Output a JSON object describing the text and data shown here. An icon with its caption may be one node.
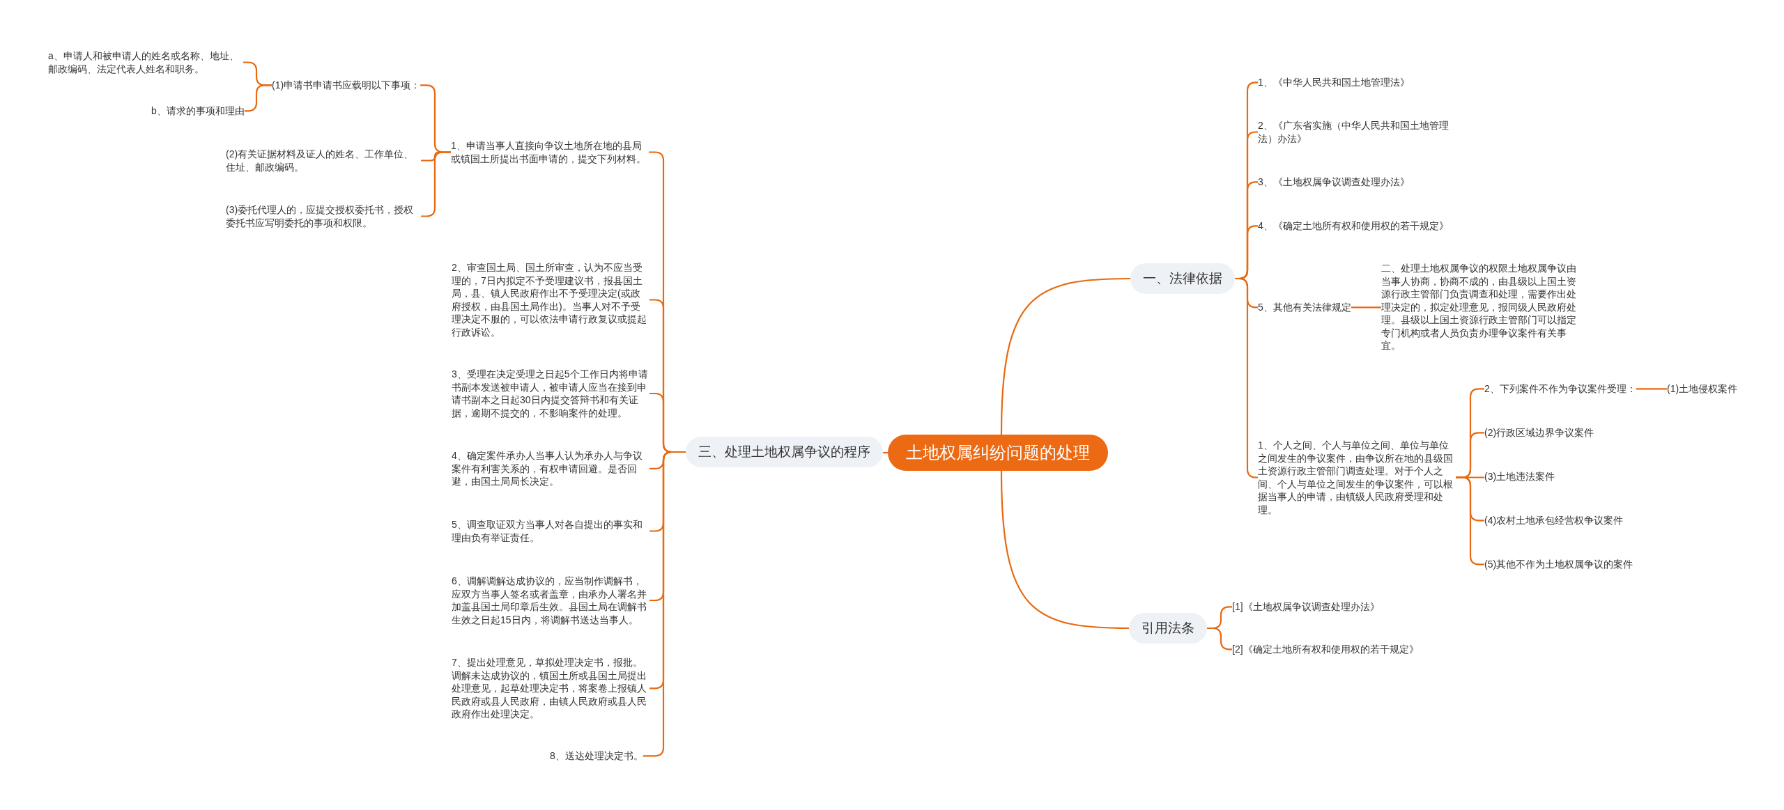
{
  "diagram": {
    "nodes": [
      {
        "text": [
          "土地权属纠纷问题的处理"
        ]
      },
      {
        "text": [
          "一、法律依据"
        ]
      },
      {
        "text": [
          "1、《中华人民共和国土地管理法》"
        ]
      },
      {
        "text": [
          "2、《广东省实施（中华人民共和国土地管理法）办法》"
        ]
      },
      {
        "text": [
          "3、《土地权属争议调查处理办法》"
        ]
      },
      {
        "text": [
          "4、《确定土地所有权和使用权的若干规定》"
        ]
      },
      {
        "text": [
          "5、其他有关法律规定"
        ]
      },
      {
        "text": [
          "二、处理土地权属争议的权限土地权属争议由当事人协商，协商不成的，由县级以上国土资源行政主管部门负责调查和处理，需要作出处理决定的，拟定处理意见，报同级人民政府处理。县级以上国土资源行政主管部门可以指定专门机构或者人员负责办理争议案件有关事宜。"
        ]
      },
      {
        "text": [
          "1、个人之间、个人与单位之间、单位与单位之间发生的争议案件，由争议所在地的县级国土资源行政主管部门调查处理。对于个人之间、个人与单位之间发生的争议案件，可以根据当事人的申请，由镇级人民政府受理和处理。"
        ]
      },
      {
        "text": [
          "2、下列案件不作为争议案件受理："
        ]
      },
      {
        "text": [
          "(1)土地侵权案件"
        ]
      },
      {
        "text": [
          "(2)行政区域边界争议案件"
        ]
      },
      {
        "text": [
          "(3)土地违法案件"
        ]
      },
      {
        "text": [
          "(4)农村土地承包经营权争议案件"
        ]
      },
      {
        "text": [
          "(5)其他不作为土地权属争议的案件"
        ]
      },
      {
        "text": [
          "引用法条"
        ]
      },
      {
        "text": [
          "[1]《土地权属争议调查处理办法》"
        ]
      },
      {
        "text": [
          "[2]《确定土地所有权和使用权的若干规定》"
        ]
      },
      {
        "text": [
          "三、处理土地权属争议的程序"
        ]
      },
      {
        "text": [
          "1、申请当事人直接向争议土地所在地的县局或镇国土所提出书面申请的，提交下列材料。"
        ]
      },
      {
        "text": [
          "(1)申请书申请书应载明以下事项："
        ]
      },
      {
        "text": [
          "a、申请人和被申请人的姓名或名称、地址、邮政编码、法定代表人姓名和职务。"
        ]
      },
      {
        "text": [
          "b、请求的事项和理由"
        ]
      },
      {
        "text": [
          "(2)有关证据材料及证人的姓名、工作单位、住址、邮政编码。"
        ]
      },
      {
        "text": [
          "(3)委托代理人的，应提交授权委托书，授权委托书应写明委托的事项和权限。"
        ]
      },
      {
        "text": [
          "2、审查国土局、国土所审查，认为不应当受理的，7日内拟定不予受理建议书，报县国土局，县、镇人民政府作出不予受理决定(或政府授权，由县国土局作出)。当事人对不予受理决定不服的，可以依法申请行政复议或提起行政诉讼。"
        ]
      },
      {
        "text": [
          "3、受理在决定受理之日起5个工作日内将申请书副本发送被申请人，被申请人应当在接到申请书副本之日起30日内提交答辩书和有关证据，逾期不提交的，不影响案件的处理。"
        ]
      },
      {
        "text": [
          "4、确定案件承办人当事人认为承办人与争议案件有利害关系的，有权申请回避。是否回避，由国土局局长决定。"
        ]
      },
      {
        "text": [
          "5、调查取证双方当事人对各自提出的事实和理由负有举证责任。"
        ]
      },
      {
        "text": [
          "6、调解调解达成协议的，应当制作调解书，应双方当事人签名或者盖章，由承办人署名并加盖县国土局印章后生效。县国土局在调解书生效之日起15日内，将调解书送达当事人。"
        ]
      },
      {
        "text": [
          "7、提出处理意见，草拟处理决定书，报批。调解未达成协议的，镇国土所或县国土局提出处理意见，起草处理决定书，将案卷上报镇人民政府或县人民政府，由镇人民政府或县人民政府作出处理决定。"
        ]
      },
      {
        "text": [
          "8、送达处理决定书。"
        ]
      }
    ],
    "edges": [
      {
        "from": 0,
        "to": 1,
        "arrow": "none"
      },
      {
        "from": 1,
        "to": 2,
        "arrow": "none"
      },
      {
        "from": 1,
        "to": 3,
        "arrow": "none"
      },
      {
        "from": 1,
        "to": 4,
        "arrow": "none"
      },
      {
        "from": 1,
        "to": 5,
        "arrow": "none"
      },
      {
        "from": 1,
        "to": 6,
        "arrow": "none"
      },
      {
        "from": 6,
        "to": 7,
        "arrow": "none"
      },
      {
        "from": 1,
        "to": 8,
        "arrow": "none"
      },
      {
        "from": 8,
        "to": 9,
        "arrow": "none"
      },
      {
        "from": 9,
        "to": 10,
        "arrow": "none"
      },
      {
        "from": 8,
        "to": 11,
        "arrow": "none"
      },
      {
        "from": 8,
        "to": 12,
        "arrow": "none"
      },
      {
        "from": 8,
        "to": 13,
        "arrow": "none"
      },
      {
        "from": 8,
        "to": 14,
        "arrow": "none"
      },
      {
        "from": 0,
        "to": 15,
        "arrow": "none"
      },
      {
        "from": 15,
        "to": 16,
        "arrow": "none"
      },
      {
        "from": 15,
        "to": 17,
        "arrow": "none"
      },
      {
        "from": 0,
        "to": 18,
        "arrow": "none"
      },
      {
        "from": 18,
        "to": 19,
        "arrow": "none"
      },
      {
        "from": 19,
        "to": 20,
        "arrow": "none"
      },
      {
        "from": 20,
        "to": 21,
        "arrow": "none"
      },
      {
        "from": 20,
        "to": 22,
        "arrow": "none"
      },
      {
        "from": 19,
        "to": 23,
        "arrow": "none"
      },
      {
        "from": 19,
        "to": 24,
        "arrow": "none"
      },
      {
        "from": 18,
        "to": 25,
        "arrow": "none"
      },
      {
        "from": 18,
        "to": 26,
        "arrow": "none"
      },
      {
        "from": 18,
        "to": 27,
        "arrow": "none"
      },
      {
        "from": 18,
        "to": 28,
        "arrow": "none"
      },
      {
        "from": 18,
        "to": 29,
        "arrow": "none"
      },
      {
        "from": 18,
        "to": 30,
        "arrow": "none"
      },
      {
        "from": 18,
        "to": 31,
        "arrow": "none"
      }
    ]
  }
}
